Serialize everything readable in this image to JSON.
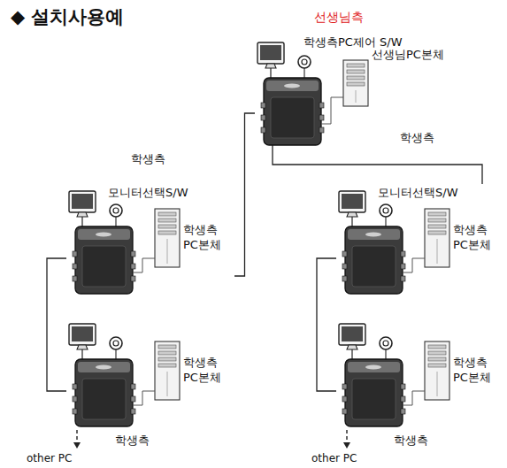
{
  "diagram": {
    "title": "◆ 설치사용예",
    "nodes": [
      {
        "text": [
          "학생측PC제어 S/W",
          "선생님PC본체"
        ]
      },
      {
        "text": [
          "모니터선택S/W",
          "학생측 PC본체"
        ]
      },
      {
        "text": [
          "모니터선택S/W",
          "학생측 PC본체"
        ]
      },
      {
        "text": [
          "학생측 PC본체"
        ]
      },
      {
        "text": [
          "학생측 PC본체"
        ]
      }
    ],
    "edges": [
      {
        "from": 0,
        "to": 1,
        "arrow": "none"
      },
      {
        "from": 0,
        "to": 2,
        "arrow": "none"
      },
      {
        "from": 1,
        "to": 3,
        "arrow": "none"
      },
      {
        "from": 2,
        "to": 4,
        "arrow": "none"
      }
    ],
    "labels": [
      "선생님측",
      "학생측",
      "학생측",
      "학생측",
      "학생측",
      "other PC",
      "other PC"
    ]
  }
}
